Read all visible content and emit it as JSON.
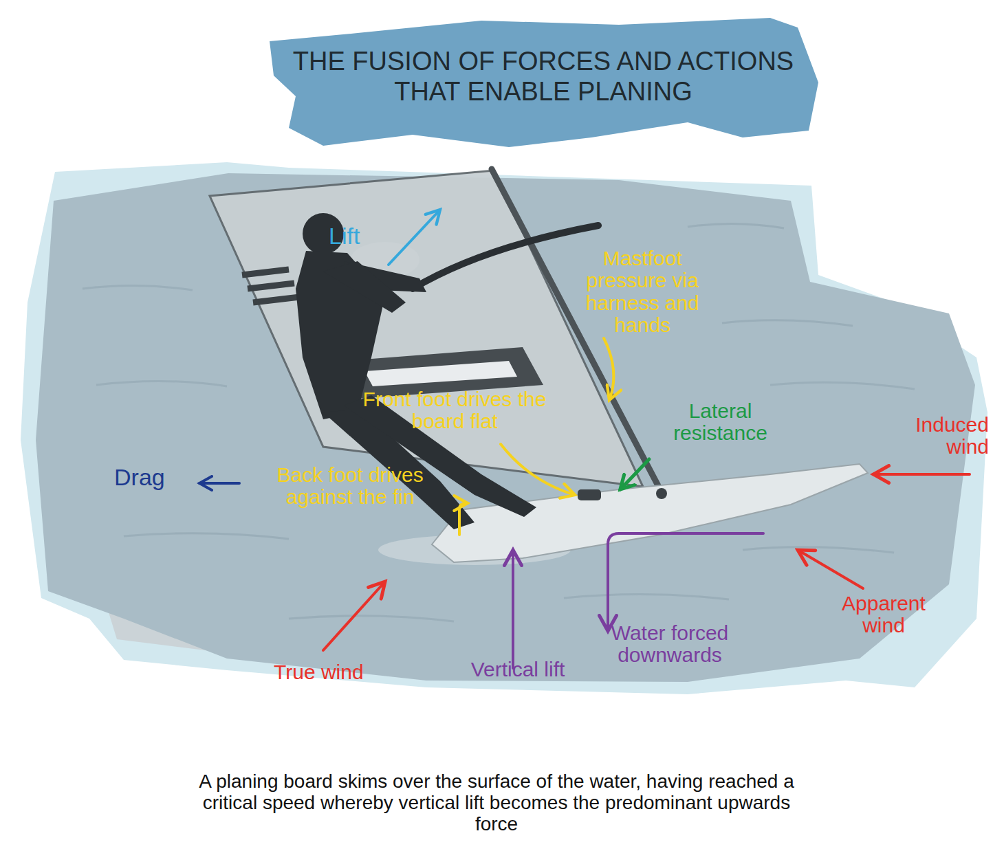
{
  "diagram": {
    "title": "THE FUSION OF FORCES AND ACTIONS THAT ENABLE PLANING",
    "caption": "A planing board skims over the surface of the water, having reached a critical speed whereby vertical lift becomes the predominant upwards force",
    "labels": [
      "Lift",
      "Mastfoot pressure via harness and hands",
      "Front foot drives the board flat",
      "Lateral resistance",
      "Induced wind",
      "Drag",
      "Back foot drives against the fin",
      "Apparent wind",
      "True wind",
      "Vertical lift",
      "Water forced downwards"
    ]
  }
}
